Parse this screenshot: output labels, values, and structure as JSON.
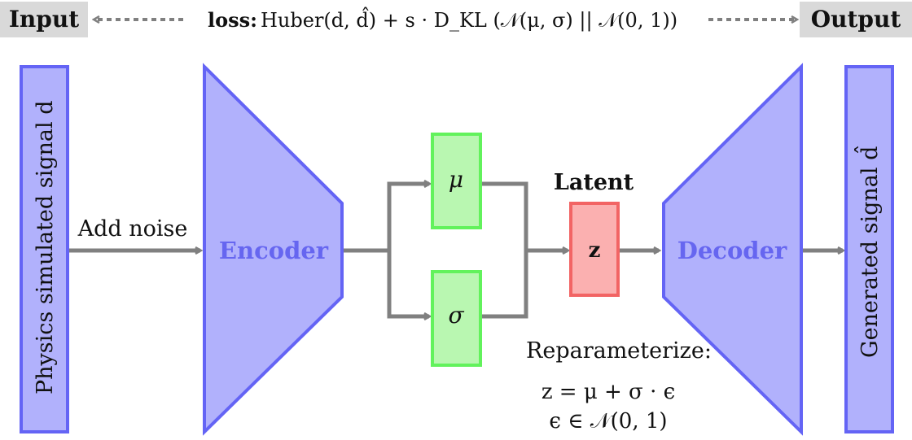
{
  "header": {
    "input_label": "Input",
    "output_label": "Output",
    "loss_prefix": "loss:",
    "loss_formula": "Huber(d, d̂) + s · D_KL (𝒩(μ, σ) || 𝒩(0, 1))"
  },
  "input_block": {
    "label": "Physics simulated signal d"
  },
  "noise_label": "Add noise",
  "encoder": {
    "label": "Encoder"
  },
  "mu_box": {
    "label": "μ"
  },
  "sigma_box": {
    "label": "σ"
  },
  "latent": {
    "title": "Latent",
    "label": "z"
  },
  "decoder": {
    "label": "Decoder"
  },
  "output_block": {
    "label": "Generated signal d̂"
  },
  "reparam": {
    "title": "Reparameterize:",
    "equation1": "z = μ + σ · ϵ",
    "equation2": "ϵ ∈ 𝒩(0, 1)"
  },
  "colors": {
    "block_fill": "#b1b1fc",
    "block_stroke": "#6464f5",
    "green_fill": "#b9f7b1",
    "green_stroke": "#62f25c",
    "red_fill": "#fbb0b0",
    "red_stroke": "#f26464",
    "arrow": "#808080",
    "header_box": "#d9d9d9"
  }
}
